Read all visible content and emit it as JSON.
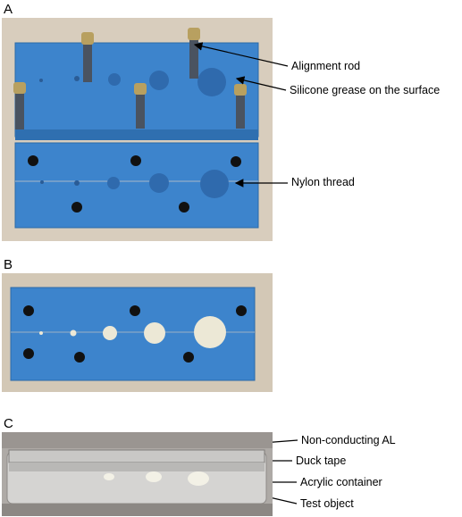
{
  "panels": {
    "a": {
      "letter": "A",
      "labels": {
        "alignment_rod": "Alignment rod",
        "silicone_grease": "Silicone grease on the surface",
        "nylon_thread": "Nylon thread"
      }
    },
    "b": {
      "letter": "B"
    },
    "c": {
      "letter": "C",
      "labels": {
        "non_conducting_al": "Non-conducting AL",
        "duck_tape": "Duck tape",
        "acrylic_container": "Acrylic container",
        "test_object": "Test object"
      }
    }
  },
  "colors": {
    "mold_blue": "#3f86cf",
    "backdrop": "#d9cfc0",
    "brass": "#b8a060",
    "sphere": "#ece8d6"
  }
}
